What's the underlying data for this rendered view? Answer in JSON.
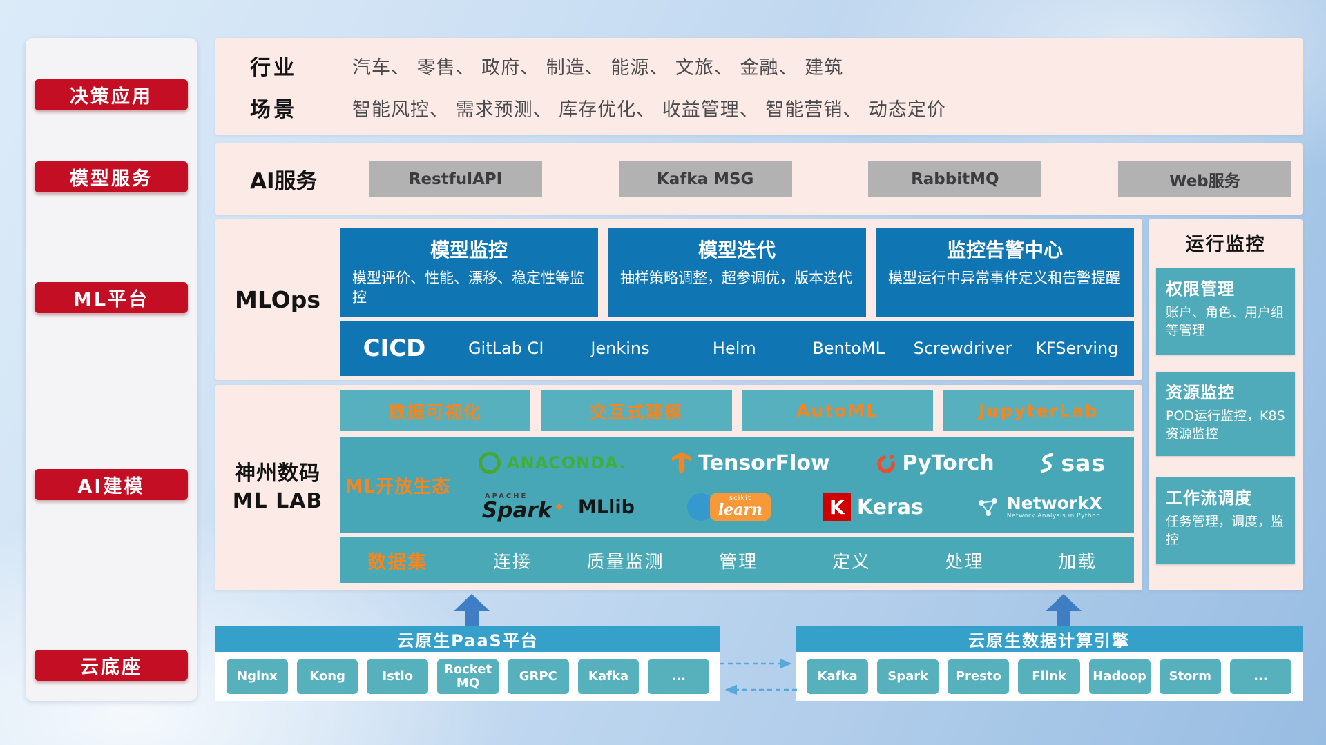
{
  "sidebar": {
    "items": [
      {
        "label": "决策应用"
      },
      {
        "label": "模型服务"
      },
      {
        "label": "ML平台"
      },
      {
        "label": "AI建模"
      },
      {
        "label": "云底座"
      }
    ]
  },
  "industry": {
    "row1_label": "行业",
    "row1_text": "汽车、 零售、 政府、 制造、 能源、 文旅、 金融、 建筑",
    "row2_label": "场景",
    "row2_text": "智能风控、 需求预测、 库存优化、 收益管理、 智能营销、 动态定价"
  },
  "ai_service": {
    "label": "AI服务",
    "buttons": [
      "RestfulAPI",
      "Kafka MSG",
      "RabbitMQ",
      "Web服务"
    ]
  },
  "mlops": {
    "label": "MLOps",
    "cards": [
      {
        "title": "模型监控",
        "desc": "模型评价、性能、漂移、稳定性等监控"
      },
      {
        "title": "模型迭代",
        "desc": "抽样策略调整，超参调优，版本迭代"
      },
      {
        "title": "监控告警中心",
        "desc": "模型运行中异常事件定义和告警提醒"
      }
    ],
    "cicd_label": "CICD",
    "cicd_tools": [
      "GitLab CI",
      "Jenkins",
      "Helm",
      "BentoML",
      "Screwdriver",
      "KFServing"
    ]
  },
  "ml_lab": {
    "label_line1": "神州数码",
    "label_line2": "ML LAB",
    "feature_buttons": [
      "数据可视化",
      "交互式建模",
      "AutoML",
      "JupyterLab"
    ],
    "ecosystem_label": "ML开放生态",
    "logos": {
      "anaconda": "ANACONDA.",
      "tensorflow": "TensorFlow",
      "pytorch": "PyTorch",
      "sas": "sas",
      "apache": "APACHE",
      "spark": "Spark",
      "spark_star": "✦",
      "mllib": "MLlib",
      "scikit": "scikit",
      "learn": "learn",
      "keras_k": "K",
      "keras": "Keras",
      "networkx": "NetworkX",
      "networkx_sub": "Network Analysis in Python"
    },
    "dataset_label": "数据集",
    "dataset_items": [
      "连接",
      "质量监测",
      "管理",
      "定义",
      "处理",
      "加载"
    ]
  },
  "monitor": {
    "title": "运行监控",
    "cards": [
      {
        "title": "权限管理",
        "desc": "账户、角色、用户组等管理"
      },
      {
        "title": "资源监控",
        "desc": "POD运行监控，K8S资源监控"
      },
      {
        "title": "工作流调度",
        "desc": "任务管理，调度，监控"
      }
    ]
  },
  "bottom": {
    "paas_title": "云原生PaaS平台",
    "paas_items": [
      "Nginx",
      "Kong",
      "Istio",
      "RocketMQ",
      "GRPC",
      "Kafka",
      "..."
    ],
    "engine_title": "云原生数据计算引擎",
    "engine_items": [
      "Kafka",
      "Spark",
      "Presto",
      "Flink",
      "Hadoop",
      "Storm",
      "..."
    ]
  },
  "colors": {
    "accent_red": "#c30e23",
    "panel_pink": "#fceae7",
    "card_blue": "#0f75b3",
    "teal": "#4fabb9",
    "orange_text": "#f5861f",
    "gray_button": "#b3b2b3",
    "bottom_bar_blue": "#35a0ca",
    "arrow_blue": "#3f7dc4"
  }
}
